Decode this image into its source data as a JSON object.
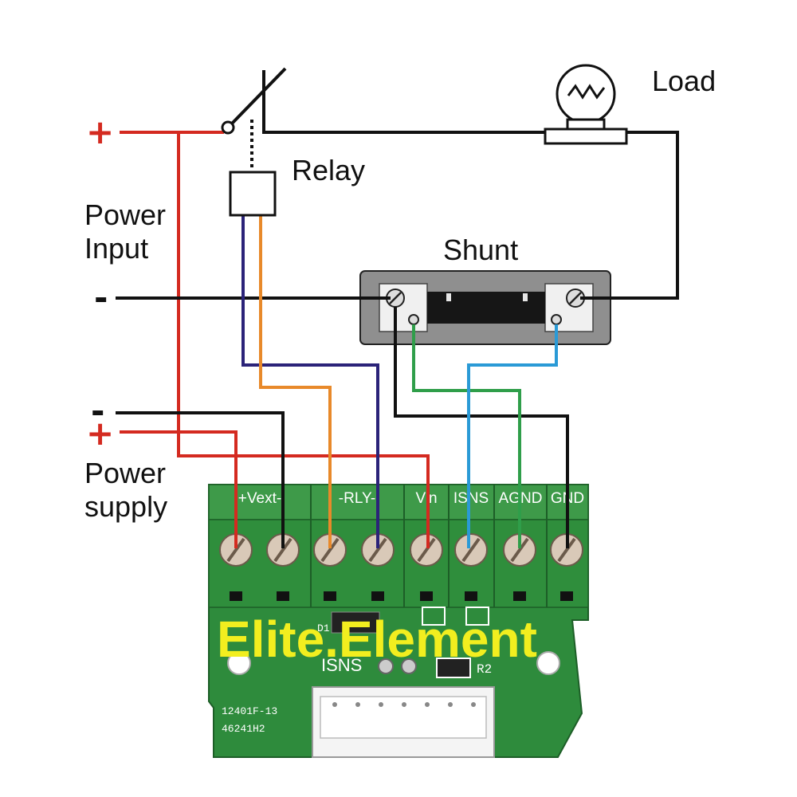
{
  "labels": {
    "power_input_plus": "+",
    "power_input_minus": "-",
    "power_input_line1": "Power",
    "power_input_line2": "Input",
    "power_supply_minus": "-",
    "power_supply_plus": "+",
    "power_supply_line1": "Power",
    "power_supply_line2": "supply",
    "relay": "Relay",
    "load": "Load",
    "shunt": "Shunt"
  },
  "board": {
    "groups": [
      "+Vext-",
      "-RLY-",
      "Vin",
      "ISNS",
      "AGND",
      "GND"
    ],
    "brand": "Elite.Element",
    "silk_isns": "ISNS",
    "silk_d1": "D1",
    "silk_r2": "R2",
    "code1": "12401F-13",
    "code2": "46241H2"
  },
  "colors": {
    "red_wire": "#d42a20",
    "black_wire": "#111111",
    "navy_wire": "#2b2379",
    "orange_wire": "#e8892a",
    "green_wire": "#2f9e4a",
    "blue_wire": "#2a9ad6",
    "pcb": "#2e8b3c",
    "brand_text": "#f2ee1f"
  }
}
